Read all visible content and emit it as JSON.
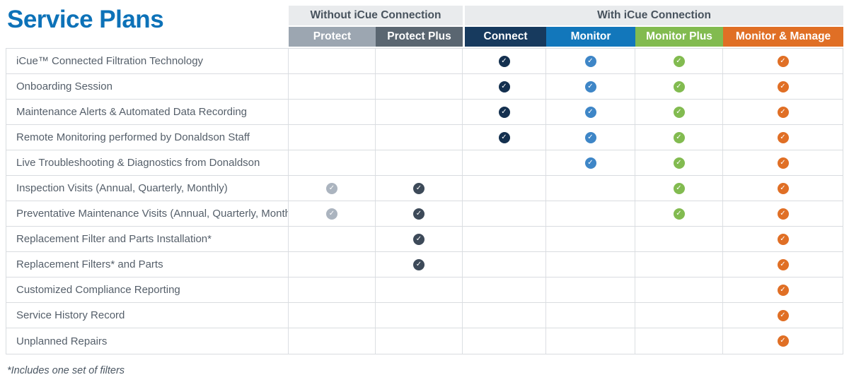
{
  "page": {
    "title": "Service Plans",
    "footnote": "*Includes one set of filters"
  },
  "colors": {
    "title_blue": "#0d72b8",
    "group_band_bg": "#e9ebed",
    "group_band_text": "#47525d",
    "row_border": "#d9dce0",
    "feature_text": "#555f6a"
  },
  "table": {
    "check_icon": "✓",
    "groups": [
      {
        "label": "Without iCue Connection",
        "plan_span": 2
      },
      {
        "label": "With iCue Connection",
        "plan_span": 4
      }
    ],
    "plans": [
      {
        "id": "protect",
        "label": "Protect",
        "group": "Without iCue Connection",
        "header_color": "#9ca6b1",
        "check_color": "#abb4bf"
      },
      {
        "id": "protect-plus",
        "label": "Protect Plus",
        "group": "Without iCue Connection",
        "header_color": "#5a6671",
        "check_color": "#3d4a59"
      },
      {
        "id": "connect",
        "label": "Connect",
        "group": "With iCue Connection",
        "header_color": "#173a5e",
        "check_color": "#14304f"
      },
      {
        "id": "monitor",
        "label": "Monitor",
        "group": "With iCue Connection",
        "header_color": "#1277bb",
        "check_color": "#3e86c7"
      },
      {
        "id": "monitor-plus",
        "label": "Monitor Plus",
        "group": "With iCue Connection",
        "header_color": "#82bb50",
        "check_color": "#82bb50"
      },
      {
        "id": "monitor-manage",
        "label": "Monitor & Manage",
        "group": "With iCue Connection",
        "header_color": "#e06f25",
        "check_color": "#e06f25"
      }
    ],
    "rows": [
      {
        "feature": "iCue™ Connected Filtration Technology",
        "checks": [
          false,
          false,
          true,
          true,
          true,
          true
        ]
      },
      {
        "feature": "Onboarding Session",
        "checks": [
          false,
          false,
          true,
          true,
          true,
          true
        ]
      },
      {
        "feature": "Maintenance Alerts & Automated Data Recording",
        "checks": [
          false,
          false,
          true,
          true,
          true,
          true
        ]
      },
      {
        "feature": "Remote Monitoring performed by Donaldson Staff",
        "checks": [
          false,
          false,
          true,
          true,
          true,
          true
        ]
      },
      {
        "feature": "Live Troubleshooting & Diagnostics from Donaldson",
        "checks": [
          false,
          false,
          false,
          true,
          true,
          true
        ]
      },
      {
        "feature": "Inspection Visits (Annual, Quarterly, Monthly)",
        "checks": [
          true,
          true,
          false,
          false,
          true,
          true
        ]
      },
      {
        "feature": "Preventative Maintenance Visits (Annual, Quarterly, Monthly)",
        "checks": [
          true,
          true,
          false,
          false,
          true,
          true
        ]
      },
      {
        "feature": "Replacement Filter and Parts Installation*",
        "checks": [
          false,
          true,
          false,
          false,
          false,
          true
        ]
      },
      {
        "feature": "Replacement Filters* and Parts",
        "checks": [
          false,
          true,
          false,
          false,
          false,
          true
        ]
      },
      {
        "feature": "Customized Compliance Reporting",
        "checks": [
          false,
          false,
          false,
          false,
          false,
          true
        ]
      },
      {
        "feature": "Service History Record",
        "checks": [
          false,
          false,
          false,
          false,
          false,
          true
        ]
      },
      {
        "feature": "Unplanned Repairs",
        "checks": [
          false,
          false,
          false,
          false,
          false,
          true
        ]
      }
    ]
  }
}
